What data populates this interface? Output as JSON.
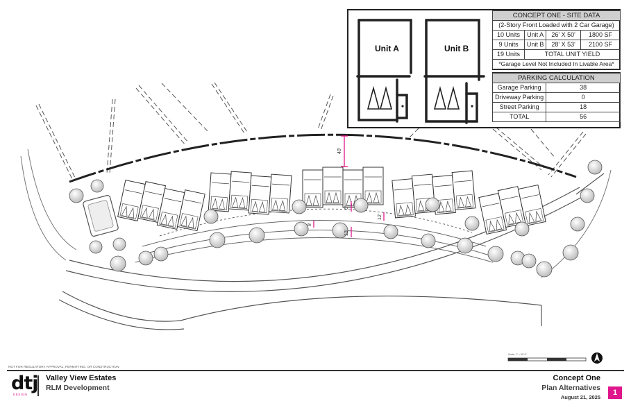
{
  "site_data_table": {
    "title": "CONCEPT ONE - SITE DATA",
    "subtitle": "(2-Story Front Loaded with 2 Car Garage)",
    "rows": [
      {
        "count": "10 Units",
        "unit": "Unit A",
        "size": "26' X 50'",
        "sf": "1800 SF"
      },
      {
        "count": "9 Units",
        "unit": "Unit B",
        "size": "28' X 53'",
        "sf": "2100 SF"
      }
    ],
    "total_count": "19 Units",
    "total_label": "TOTAL UNIT YIELD",
    "note": "*Garage Level Not Included In Livable Area*"
  },
  "parking_table": {
    "title": "PARKING CALCULATION",
    "rows": [
      {
        "label": "Garage Parking",
        "value": "38"
      },
      {
        "label": "Driveway Parking",
        "value": "0"
      },
      {
        "label": "Street Parking",
        "value": "18"
      },
      {
        "label": "TOTAL",
        "value": "56"
      }
    ]
  },
  "unit_diagrams": {
    "unit_a_label": "Unit A",
    "unit_b_label": "Unit B"
  },
  "dimensions": {
    "buffer": "40'",
    "d1": "6'",
    "d2": "8'",
    "d3": "13'",
    "d4": "12'"
  },
  "title_block": {
    "disclaimer": "NOT FOR REGULATORY APPROVAL, PERMITTING, OR CONSTRUCTION",
    "logo": "dtj",
    "logo_sub": "DESIGN",
    "project_name": "Valley View Estates",
    "client": "RLM Development",
    "sheet_title": "Concept One",
    "sheet_subtitle": "Plan Alternatives",
    "date": "August 21, 2025",
    "sheet_number": "1",
    "scale": "Scale: 1\" = 50'-0\""
  },
  "colors": {
    "accent": "#e0168c",
    "line": "#333333",
    "header_fill": "#cfcfcf"
  }
}
